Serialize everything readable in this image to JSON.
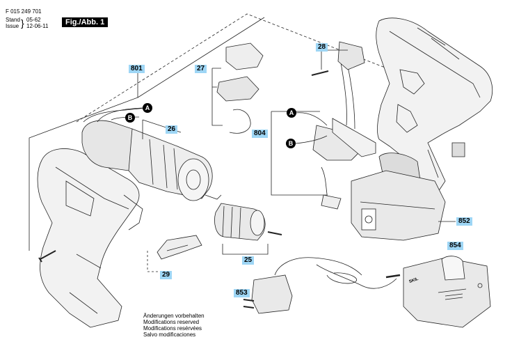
{
  "header": {
    "part_number": "F 015 249 701",
    "stand_label": "Stand",
    "issue_label": "Issue",
    "stand_code": "05-62",
    "issue_date": "12-06-11",
    "figure_label": "Fig./Abb. 1"
  },
  "callouts": {
    "c801": "801",
    "c27": "27",
    "c26": "26",
    "c28": "28",
    "c804": "804",
    "c25": "25",
    "c29": "29",
    "c852": "852",
    "c853": "853",
    "c854": "854"
  },
  "wire_labels": {
    "a": "A",
    "b": "B"
  },
  "notes": [
    "Änderungen vorbehalten",
    "Modifications reserved",
    "Modifications resérvées",
    "Salvo modificaciones"
  ],
  "brand_mark": "SKIL"
}
